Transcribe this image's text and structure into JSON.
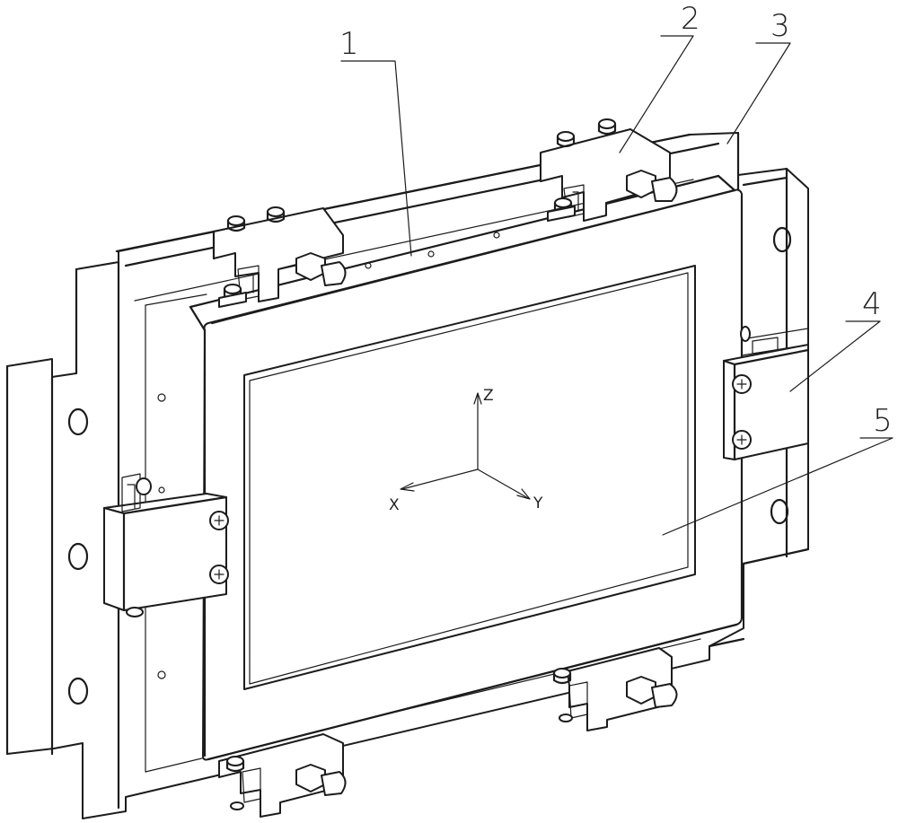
{
  "part_labels": [
    "1",
    "2",
    "3",
    "4",
    "5"
  ],
  "axes": {
    "z": "Z",
    "x": "X",
    "y": "Y"
  }
}
